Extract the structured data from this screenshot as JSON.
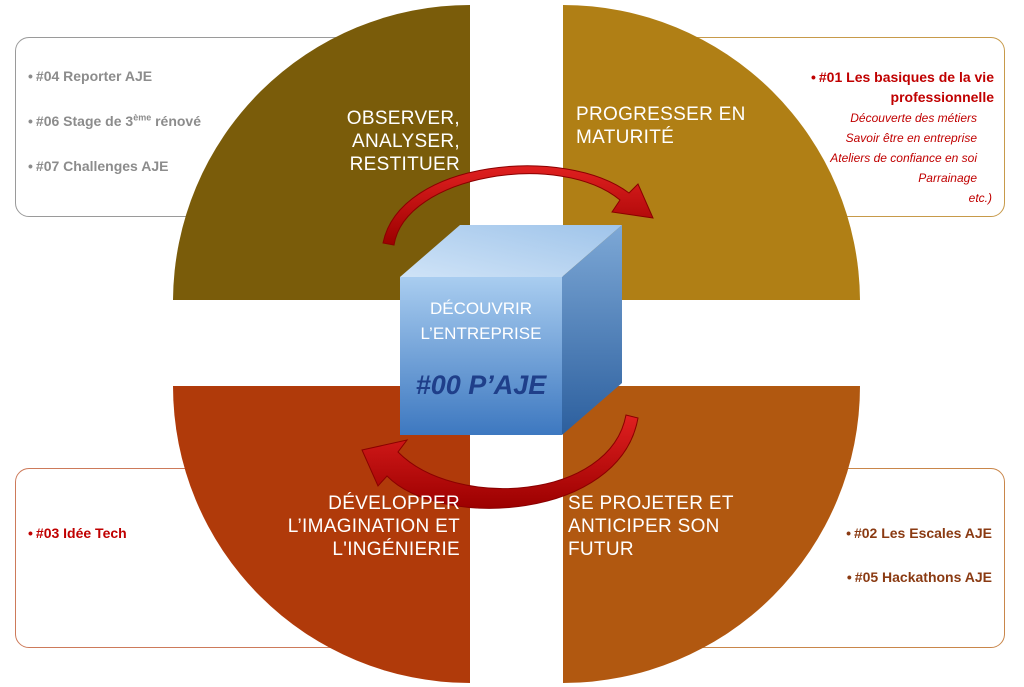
{
  "center": {
    "line1": "DÉCOUVRIR",
    "line2": "L’ENTREPRISE",
    "code": "#00 P’AJE"
  },
  "quadrants": {
    "top_left": {
      "lines": [
        "OBSERVER,",
        "ANALYSER,",
        "RESTITUER"
      ],
      "color": "#7a5c0a"
    },
    "top_right": {
      "lines": [
        "PROGRESSER EN",
        "MATURITÉ"
      ],
      "color": "#b07f15"
    },
    "bottom_left": {
      "lines": [
        "DÉVELOPPER",
        "L’IMAGINATION ET",
        "L'INGÉNIERIE"
      ],
      "color": "#b03a0a"
    },
    "bottom_right": {
      "lines": [
        "SE PROJETER ET",
        "ANTICIPER SON",
        "FUTUR"
      ],
      "color": "#b15810"
    }
  },
  "boxes": {
    "top_left": {
      "items": [
        {
          "text": "#04 Reporter AJE"
        },
        {
          "text": "#06 Stage de 3",
          "sup": "ème",
          "after": " rénové"
        },
        {
          "text": "#07 Challenges AJE"
        }
      ]
    },
    "top_right": {
      "title_line1": "#01 Les basiques de la vie",
      "title_line2": "professionnelle",
      "sub_items": [
        "Découverte des métiers",
        "Savoir être en entreprise",
        "Ateliers de confiance en soi",
        "Parrainage",
        "etc.)"
      ]
    },
    "bottom_left": {
      "items": [
        {
          "text": "#03 Idée Tech"
        }
      ]
    },
    "bottom_right": {
      "items": [
        {
          "text": "#02 Les Escales AJE"
        },
        {
          "text": "#05 Hackathons AJE"
        }
      ]
    }
  },
  "bullet": "•",
  "colors": {
    "arrow": "#c00000",
    "cube_front": "#6fa3d8",
    "title_blue": "#1f3f8a",
    "item_red": "#c00000",
    "item_grey": "#8c8c8c",
    "item_brown": "#8a3a12"
  }
}
